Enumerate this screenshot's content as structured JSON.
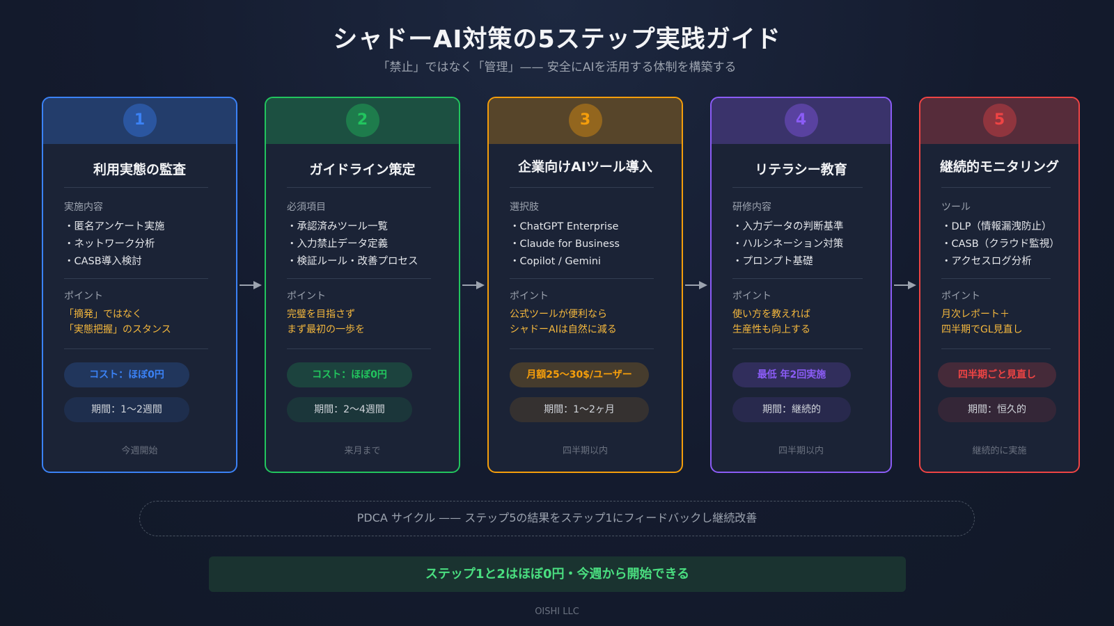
{
  "header": {
    "title": "シャドーAI対策の5ステップ実践ガイド",
    "subtitle": "「禁止」ではなく「管理」—— 安全にAIを活用する体制を構築する"
  },
  "steps": [
    {
      "number": "1",
      "title": "利用実態の監査",
      "section_label": "実施内容",
      "items": [
        "・匿名アンケート実施",
        "・ネットワーク分析",
        "・CASB導入検討"
      ],
      "point_label": "ポイント",
      "point_lines": [
        "「摘発」ではなく",
        "「実態把握」のスタンス"
      ],
      "cost": "コスト：ほぼ0円",
      "period": "期間：1〜2週間",
      "footer": "今週開始",
      "color": "#3b82f6"
    },
    {
      "number": "2",
      "title": "ガイドライン策定",
      "section_label": "必須項目",
      "items": [
        "・承認済みツール一覧",
        "・入力禁止データ定義",
        "・検証ルール・改善プロセス"
      ],
      "point_label": "ポイント",
      "point_lines": [
        "完璧を目指さず",
        "まず最初の一歩を"
      ],
      "cost": "コスト：ほぼ0円",
      "period": "期間：2〜4週間",
      "footer": "来月まで",
      "color": "#22c55e"
    },
    {
      "number": "3",
      "title": "企業向けAIツール導入",
      "section_label": "選択肢",
      "items": [
        "・ChatGPT Enterprise",
        "・Claude for Business",
        "・Copilot / Gemini"
      ],
      "point_label": "ポイント",
      "point_lines": [
        "公式ツールが便利なら",
        "シャドーAIは自然に減る"
      ],
      "cost": "月額25〜30$/ユーザー",
      "period": "期間：1〜2ヶ月",
      "footer": "四半期以内",
      "color": "#f59e0b"
    },
    {
      "number": "4",
      "title": "リテラシー教育",
      "section_label": "研修内容",
      "items": [
        "・入力データの判断基準",
        "・ハルシネーション対策",
        "・プロンプト基礎"
      ],
      "point_label": "ポイント",
      "point_lines": [
        "使い方を教えれば",
        "生産性も向上する"
      ],
      "cost": "最低 年2回実施",
      "period": "期間：継続的",
      "footer": "四半期以内",
      "color": "#8b5cf6"
    },
    {
      "number": "5",
      "title": "継続的モニタリング",
      "section_label": "ツール",
      "items": [
        "・DLP（情報漏洩防止）",
        "・CASB（クラウド監視）",
        "・アクセスログ分析"
      ],
      "point_label": "ポイント",
      "point_lines": [
        "月次レポート＋",
        "四半期でGL見直し"
      ],
      "cost": "四半期ごと見直し",
      "period": "期間：恒久的",
      "footer": "継続的に実施",
      "color": "#ef4444"
    }
  ],
  "pdca": "PDCA サイクル —— ステップ5の結果をステップ1にフィードバックし継続改善",
  "banner": "ステップ1と2はほぼ0円・今週から開始できる",
  "company": "OISHI LLC"
}
